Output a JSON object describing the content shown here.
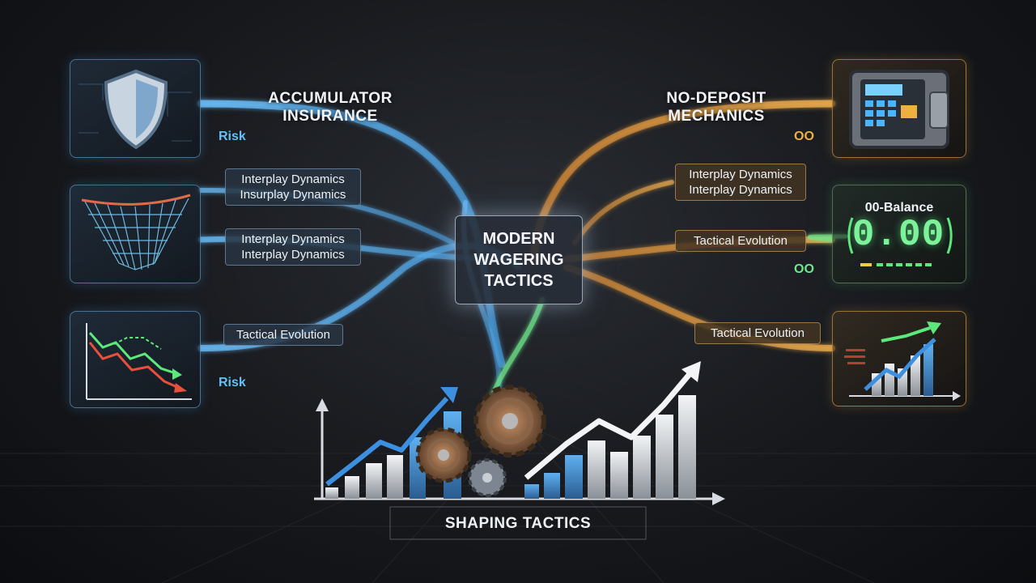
{
  "center": {
    "title_line1": "Modern",
    "title_line2": "Wagering",
    "title_line3": "Tactics"
  },
  "left": {
    "top_title_line1": "Accumulator",
    "top_title_line2": "Insurance",
    "risk_top": "Risk",
    "pill1_line1": "Interplay Dynamics",
    "pill1_line2": "Insurplay Dynamics",
    "pill2_line1": "Interplay Dynamics",
    "pill2_line2": "Interplay Dynamics",
    "pill3": "Tactical Evolution",
    "risk_bottom": "Risk"
  },
  "right": {
    "top_title_line1": "No-Deposit",
    "top_title_line2": "Mechanics",
    "oo_top": "OO",
    "pill1_line1": "Interplay Dynamics",
    "pill1_line2": "Interplay Dynamics",
    "pill2": "Tactical Evolution",
    "oo_mid": "OO",
    "pill3": "Tactical Evolution",
    "balance_title": "00-Balance",
    "balance_value": "0.00"
  },
  "footer": {
    "label": "Shaping Tactics"
  },
  "colors": {
    "blue": "#5fb8f2",
    "gold": "#e8a84a",
    "green": "#6fe88c",
    "red": "#e8503c"
  },
  "icons": {
    "card1": "shield-icon",
    "card2": "net-icon",
    "card3": "line-chart-icon",
    "card4": "safe-icon",
    "card6": "bar-chart-icon",
    "center": "gears-icon"
  }
}
